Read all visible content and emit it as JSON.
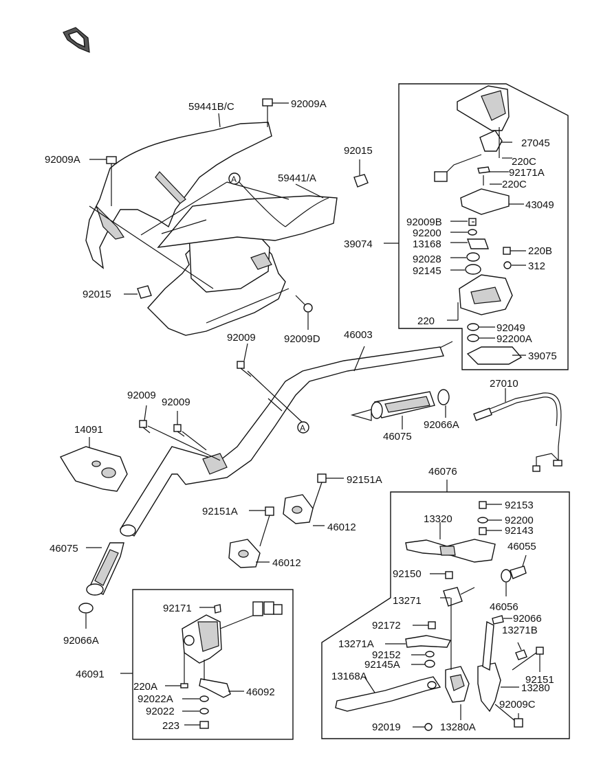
{
  "diagram": {
    "labels": {
      "l_59441bc": "59441B/C",
      "l_92009a_top": "92009A",
      "l_92009a_left": "92009A",
      "l_92015_top": "92015",
      "l_59441a": "59441/A",
      "l_a_top": "A",
      "l_92015_left": "92015",
      "l_92009": "92009",
      "l_92009d": "92009D",
      "l_46003": "46003",
      "l_92009_b1": "92009",
      "l_92009_b2": "92009",
      "l_14091": "14091",
      "l_a_bot": "A",
      "l_27045": "27045",
      "l_220c_1": "220C",
      "l_92171a": "92171A",
      "l_220c_2": "220C",
      "l_43049": "43049",
      "l_92009b": "92009B",
      "l_92200_r": "92200",
      "l_13168": "13168",
      "l_39074": "39074",
      "l_220b": "220B",
      "l_92028": "92028",
      "l_312": "312",
      "l_92145": "92145",
      "l_220": "220",
      "l_92049": "92049",
      "l_92200a": "92200A",
      "l_39075": "39075",
      "l_27010": "27010",
      "l_92066a_r": "92066A",
      "l_46075_r": "46075",
      "l_46076": "46076",
      "l_92151a_1": "92151A",
      "l_92151a_2": "92151A",
      "l_46012_1": "46012",
      "l_46012_2": "46012",
      "l_46075_l": "46075",
      "l_92066a_l": "92066A",
      "l_92153": "92153",
      "l_92200_b": "92200",
      "l_13320": "13320",
      "l_92143": "92143",
      "l_46055": "46055",
      "l_92150": "92150",
      "l_13271": "13271",
      "l_46056": "46056",
      "l_92066": "92066",
      "l_92172": "92172",
      "l_13271b": "13271B",
      "l_13271a": "13271A",
      "l_92152": "92152",
      "l_92145a": "92145A",
      "l_92151": "92151",
      "l_13168a": "13168A",
      "l_13280": "13280",
      "l_92009c": "92009C",
      "l_92019": "92019",
      "l_13280a": "13280A",
      "l_92171": "92171",
      "l_46091": "46091",
      "l_220a": "220A",
      "l_92022a": "92022A",
      "l_46092": "46092",
      "l_92022": "92022",
      "l_223": "223"
    }
  },
  "icons": {
    "corner": "front-arrow-icon"
  }
}
